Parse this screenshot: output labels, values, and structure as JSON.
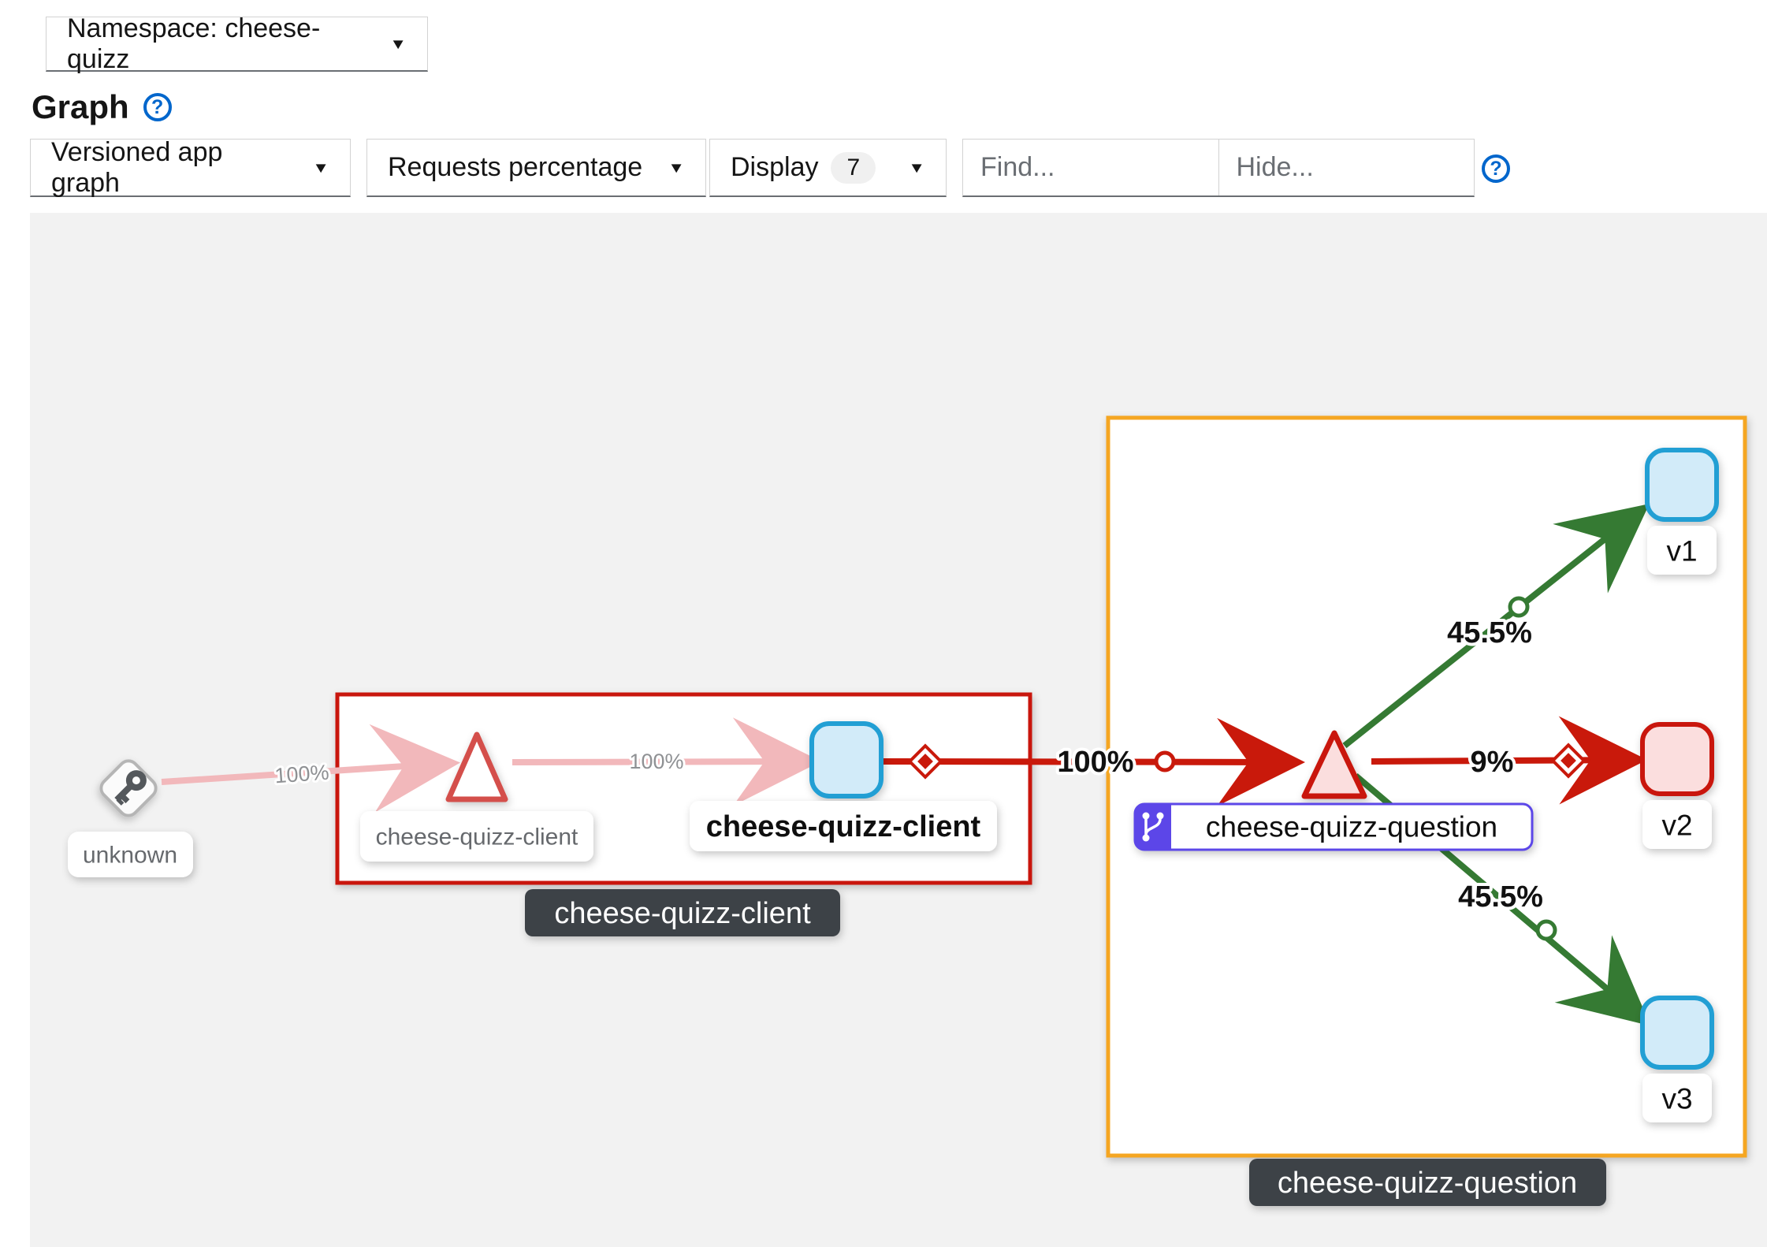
{
  "namespace_select": {
    "value": "Namespace: cheese-quizz"
  },
  "header": {
    "title": "Graph",
    "help_glyph": "?"
  },
  "toolbar": {
    "graph_type": {
      "value": "Versioned app graph"
    },
    "edge_metric": {
      "value": "Requests percentage"
    },
    "display": {
      "label": "Display",
      "badge": "7"
    },
    "find": {
      "placeholder": "Find..."
    },
    "hide": {
      "placeholder": "Hide..."
    },
    "help_glyph": "?"
  },
  "graph": {
    "groups": {
      "client": {
        "label": "cheese-quizz-client"
      },
      "question": {
        "label": "cheese-quizz-question"
      }
    },
    "nodes": {
      "unknown": {
        "label": "unknown"
      },
      "client_app": {
        "label": "cheese-quizz-client"
      },
      "client_service": {
        "label": "cheese-quizz-client"
      },
      "question_app": {
        "label": "cheese-quizz-question"
      },
      "v1": {
        "label": "v1"
      },
      "v2": {
        "label": "v2"
      },
      "v3": {
        "label": "v3"
      }
    },
    "edges": {
      "unknown_to_client": {
        "label": "100%"
      },
      "client_to_service": {
        "label": "100%"
      },
      "service_to_question": {
        "label": "100%"
      },
      "question_to_v1": {
        "label": "45.5%"
      },
      "question_to_v2": {
        "label": "9%"
      },
      "question_to_v3": {
        "label": "45.5%"
      }
    }
  },
  "colors": {
    "danger_red": "#c9190b",
    "faded_red_edge": "#f2b8bb",
    "success_green": "#357a33",
    "node_blue_border": "#219fd4",
    "node_blue_fill": "#d2ebf9",
    "node_red_fill": "#fbdede",
    "namespace_orange": "#f5a623",
    "virtualservice_purple": "#5c46e8",
    "badge_dark": "#3c4247",
    "canvas_gray": "#f2f2f2",
    "link_blue": "#0066cc"
  }
}
